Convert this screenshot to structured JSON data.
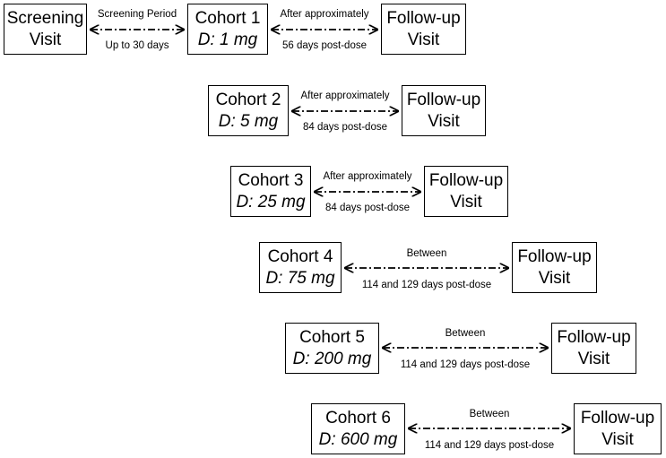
{
  "screening": {
    "line1": "Screening",
    "line2": "Visit"
  },
  "screening_period": {
    "above": "Screening Period",
    "below": "Up to 30 days"
  },
  "rows": [
    {
      "cohort": "Cohort 1",
      "dose": "D: 1 mg",
      "above": "After approximately",
      "below": "56 days post-dose",
      "fu1": "Follow-up",
      "fu2": "Visit"
    },
    {
      "cohort": "Cohort 2",
      "dose": "D: 5 mg",
      "above": "After approximately",
      "below": "84 days post-dose",
      "fu1": "Follow-up",
      "fu2": "Visit"
    },
    {
      "cohort": "Cohort 3",
      "dose": "D: 25 mg",
      "above": "After approximately",
      "below": "84 days post-dose",
      "fu1": "Follow-up",
      "fu2": "Visit"
    },
    {
      "cohort": "Cohort 4",
      "dose": "D: 75 mg",
      "above": "Between",
      "below": "114 and 129  days post-dose",
      "fu1": "Follow-up",
      "fu2": "Visit"
    },
    {
      "cohort": "Cohort 5",
      "dose": "D: 200 mg",
      "above": "Between",
      "below": "114 and 129  days post-dose",
      "fu1": "Follow-up",
      "fu2": "Visit"
    },
    {
      "cohort": "Cohort 6",
      "dose": "D: 600 mg",
      "above": "Between",
      "below": "114 and 129  days post-dose",
      "fu1": "Follow-up",
      "fu2": "Visit"
    }
  ]
}
